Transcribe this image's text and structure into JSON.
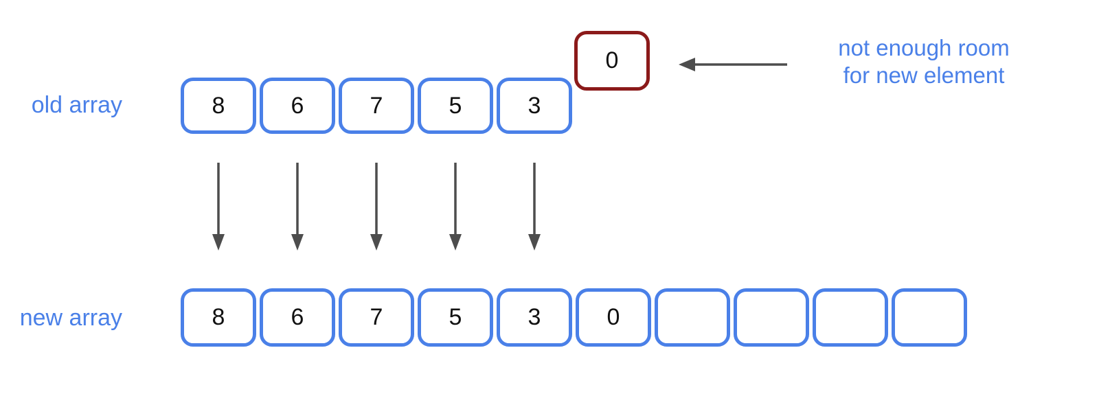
{
  "colors": {
    "blue": "#4a80e8",
    "dark_red": "#8b1a1a",
    "arrow_gray": "#4d4d4d",
    "number_black": "#111111"
  },
  "old_array": {
    "label": "old array",
    "cells": [
      "8",
      "6",
      "7",
      "5",
      "3"
    ]
  },
  "overflow_cell": {
    "value": "0"
  },
  "annotation": {
    "line1": "not enough room",
    "line2": "for new element"
  },
  "new_array": {
    "label": "new array",
    "cells": [
      "8",
      "6",
      "7",
      "5",
      "3",
      "0",
      "",
      "",
      "",
      ""
    ]
  }
}
